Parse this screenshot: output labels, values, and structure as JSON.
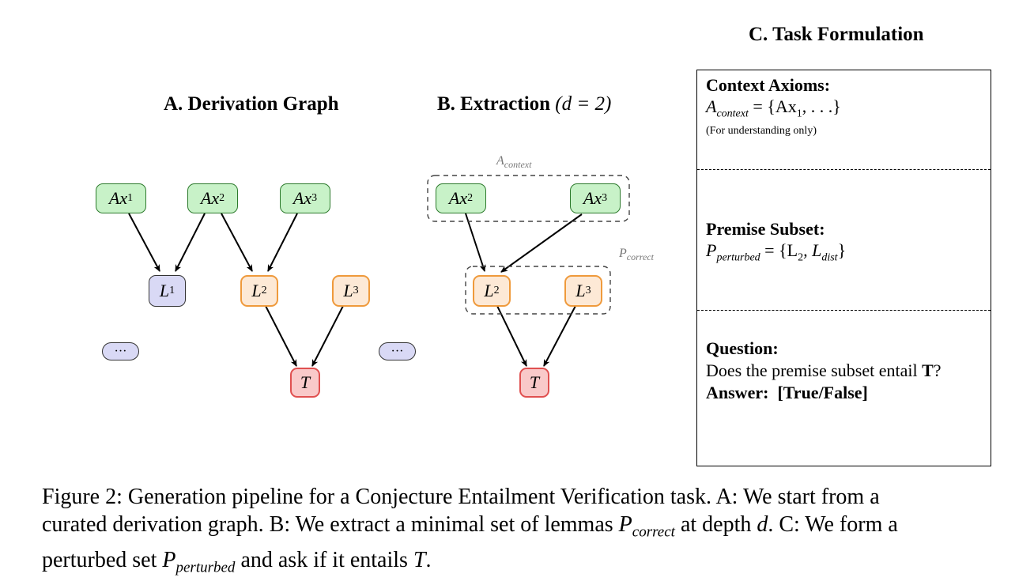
{
  "panel_a": {
    "title": "A. Derivation Graph",
    "nodes": {
      "ax1": {
        "base": "Ax",
        "sub": "1"
      },
      "ax2": {
        "base": "Ax",
        "sub": "2"
      },
      "ax3": {
        "base": "Ax",
        "sub": "3"
      },
      "l1": {
        "base": "L",
        "sub": "1"
      },
      "l2": {
        "base": "L",
        "sub": "2"
      },
      "l3": {
        "base": "L",
        "sub": "3"
      },
      "t": {
        "base": "T"
      }
    },
    "ellipsis_left": "···",
    "ellipsis_right": "···"
  },
  "panel_b": {
    "title_text": "B. Extraction",
    "title_math": "(d = 2)",
    "context_label": {
      "base": "A",
      "sub": "context"
    },
    "correct_label": {
      "base": "P",
      "sub": "correct"
    },
    "nodes": {
      "ax2": {
        "base": "Ax",
        "sub": "2"
      },
      "ax3": {
        "base": "Ax",
        "sub": "3"
      },
      "l2": {
        "base": "L",
        "sub": "2"
      },
      "l3": {
        "base": "L",
        "sub": "3"
      },
      "t": {
        "base": "T"
      }
    }
  },
  "panel_c": {
    "title": "C. Task Formulation",
    "context": {
      "heading": "Context Axioms:",
      "math_lhs": "A",
      "math_lhs_sub": "context",
      "math_rhs": " = {Ax",
      "math_rhs_sub": "1",
      "math_rhs_tail": ", . . .}",
      "note": "(For understanding only)"
    },
    "premise": {
      "heading": "Premise Subset:",
      "math_lhs": "P",
      "math_lhs_sub": "perturbed",
      "math_mid": " = {L",
      "math_mid_sub": "2",
      "math_tail": ", L",
      "math_tail_sub": "dist",
      "math_close": "}"
    },
    "question": {
      "heading": "Question:",
      "text_before": "Does the premise subset entail ",
      "text_bold": "T",
      "text_after": "?",
      "answer_label": "Answer:",
      "answer_value": "[True/False]"
    }
  },
  "caption": {
    "p1": "Figure 2: Generation pipeline for a Conjecture Entailment Verification task. A: We start from a",
    "p2a": "curated derivation graph. B: We extract a minimal set of lemmas ",
    "p2_math": "P",
    "p2_math_sub": "correct",
    "p2b": " at depth ",
    "p2_d": "d",
    "p2c": ". C: We form a",
    "p3a": "perturbed set ",
    "p3_math": "P",
    "p3_math_sub": "perturbed",
    "p3b": " and ask if it entails ",
    "p3_t": "T",
    "p3c": "."
  }
}
